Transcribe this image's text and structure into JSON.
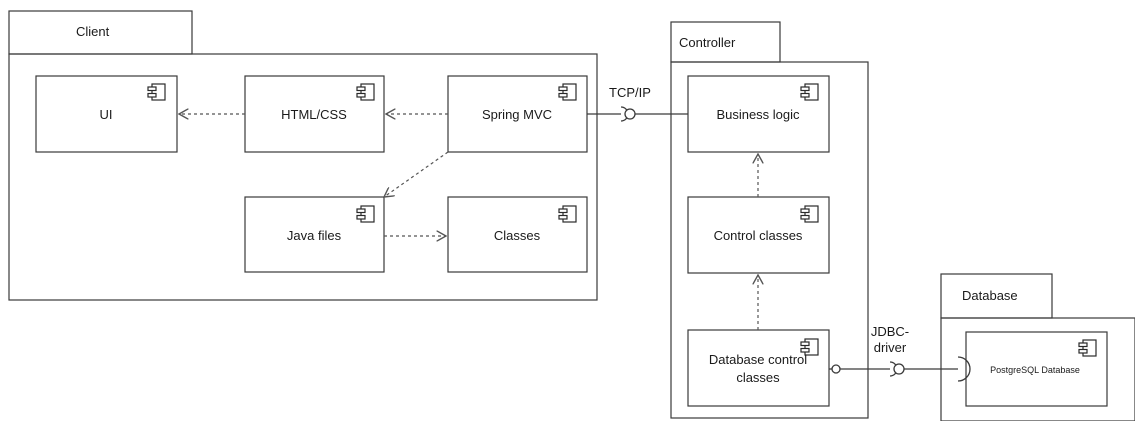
{
  "packages": {
    "client": "Client",
    "controller": "Controller",
    "database": "Database"
  },
  "components": {
    "ui": "UI",
    "html_css": "HTML/CSS",
    "spring_mvc": "Spring MVC",
    "java_files": "Java files",
    "classes": "Classes",
    "business_logic": "Business logic",
    "control_classes": "Control classes",
    "db_control_line1": "Database control",
    "db_control_line2": "classes",
    "postgres": "PostgreSQL Database"
  },
  "interfaces": {
    "tcp": "TCP/IP",
    "jdbc_line1": "JDBC-",
    "jdbc_line2": "driver"
  }
}
